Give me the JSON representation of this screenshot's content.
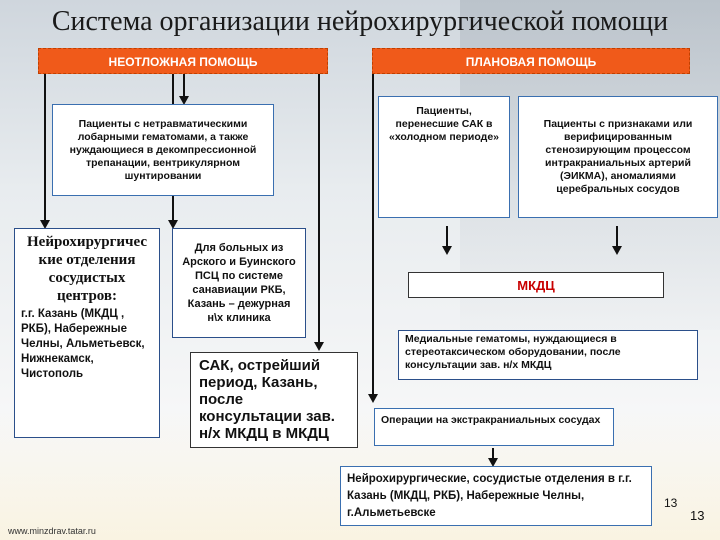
{
  "title": "Система организации нейрохирургической помощи",
  "bars": {
    "emergency": "НЕОТЛОЖНАЯ ПОМОЩЬ",
    "planned": "ПЛАНОВАЯ ПОМОЩЬ"
  },
  "boxes": {
    "nontraumatic": "Пациенты с нетравматическими лобарными гематомами, а также нуждающиеся в декомпрессионной трепанации, вентрикулярном шунтировании",
    "departments_title": "Нейрохирургичес кие отделения сосудистых центров:",
    "departments_cities": "г.г. Казань (МКДЦ , РКБ), Набережные Челны, Альметьевск, Нижнекамск, Чистополь",
    "arsk": "Для больных из Арского и Буинского ПСЦ по системе санавиации РКБ, Казань – дежурная н\\х клиника",
    "sak_acute": "САК, острейший период, Казань, после консультации зав. н/х МКДЦ в МКДЦ",
    "sak_cold": "Пациенты, перенесшие САК в «холодном периоде»",
    "stenosis": "Пациенты с признаками или верифицированным стенозирующим процессом интракраниальных артерий (ЭИКМА), аномалиями церебральных сосудов",
    "mkdc": "МКДЦ",
    "medial": "Медиальные гематомы, нуждающиеся в стереотаксическом оборудовании, после консультации зав. н/х МКДЦ",
    "extracranial": "Операции на экстракраниальных сосудах",
    "final": "Нейрохирургические, сосудистые отделения в г.г. Казань (МКДЦ, РКБ), Набережные Челны, г.Альметьевске"
  },
  "footer": {
    "url": "www.minzdrav.tatar.ru",
    "page_inner": "13",
    "page_outer": "13"
  },
  "colors": {
    "bar_fill": "#f05a1a",
    "box_border_blue": "#3a6fb0",
    "mkdc_text": "#c80000"
  }
}
